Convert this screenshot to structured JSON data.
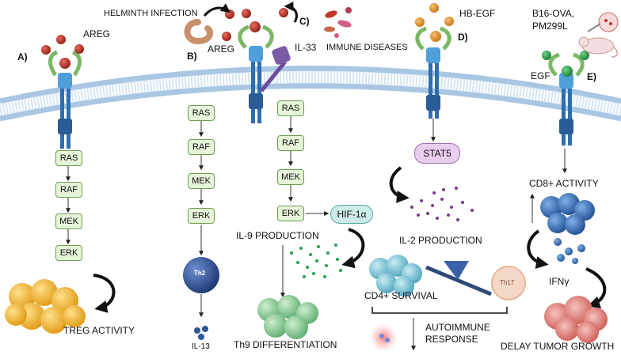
{
  "panels": {
    "a": {
      "letter": "A)",
      "ligand": "AREG",
      "cascade": [
        "RAS",
        "RAF",
        "MEK",
        "ERK"
      ],
      "outcome": "TREG ACTIVITY"
    },
    "b": {
      "letter": "B)",
      "trigger": "HELMINTH INFECTION",
      "ligand": "AREG",
      "cascade": [
        "RAS",
        "RAF",
        "MEK",
        "ERK"
      ],
      "cell": "Th2",
      "product": "IL-13"
    },
    "c": {
      "letter": "C)",
      "trigger": "IMMUNE DISEASES",
      "receptor_label": "IL-33",
      "cascade": [
        "RAS",
        "RAF",
        "MEK",
        "ERK"
      ],
      "factor": "HIF-1α",
      "production": "IL-9 PRODUCTION",
      "outcome": "Th9 DIFFERENTIATION"
    },
    "d": {
      "letter": "D)",
      "ligand": "HB-EGF",
      "transducer": "STAT5",
      "production": "IL-2 PRODUCTION",
      "survival": "CD4+ SURVIVAL",
      "cell": "Th17",
      "outcome_line1": "AUTOIMMUNE",
      "outcome_line2": "RESPONSE"
    },
    "e": {
      "letter": "E)",
      "model_line1": "B16-OVA,",
      "model_line2": "PM299L",
      "ligand": "EGF",
      "activity": "CD8+ ACTIVITY",
      "cytokine": "IFNγ",
      "outcome": "DELAY TUMOR GROWTH"
    }
  },
  "colors": {
    "membrane": "#b8d3ea",
    "areg": "#c0392b",
    "hbegf": "#e8952f",
    "egf": "#27a04a",
    "cascade_fill": "#e6f4d9",
    "cascade_border": "#6e9d52",
    "treg": "#f2b233",
    "th2": "#2f5597",
    "th9": "#8fcf9a",
    "cd4": "#7fc3d6",
    "tumor": "#e27c7c",
    "stat5": "#e9cfee",
    "hif": "#cdebe9"
  }
}
